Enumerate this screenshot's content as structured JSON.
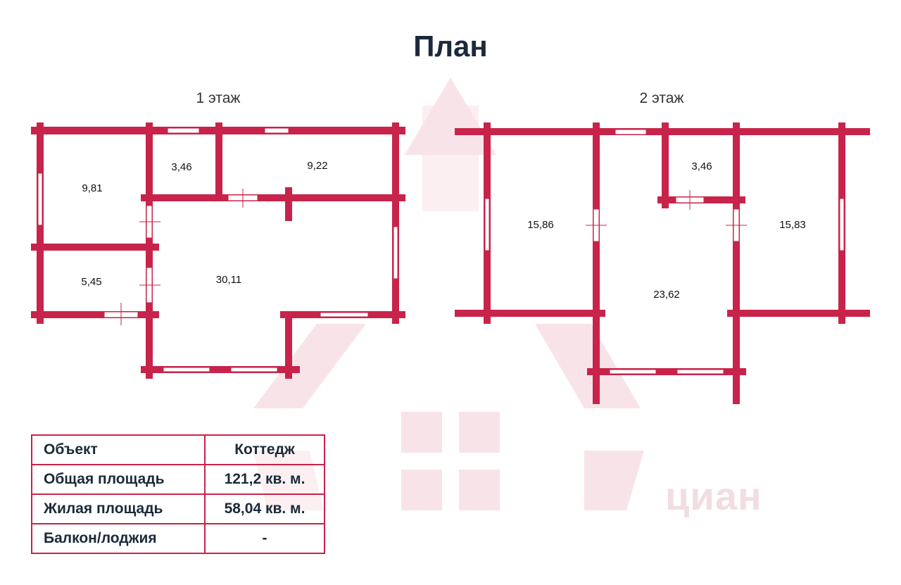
{
  "title": "План",
  "floors": [
    {
      "label": "1 этаж",
      "rooms": [
        "9,81",
        "3,46",
        "9,22",
        "5,45",
        "30,11"
      ]
    },
    {
      "label": "2 этаж",
      "rooms": [
        "15,86",
        "3,46",
        "15,83",
        "23,62"
      ]
    }
  ],
  "table": {
    "rows": [
      {
        "key": "Объект",
        "value": "Коттедж"
      },
      {
        "key": "Общая площадь",
        "value": "121,2 кв. м."
      },
      {
        "key": "Жилая площадь",
        "value": "58,04 кв. м."
      },
      {
        "key": "Балкон/лоджия",
        "value": "-"
      }
    ]
  },
  "watermark": "циан",
  "colors": {
    "wall": "#c8234a",
    "text": "#1b2a3a",
    "bg_logo": "#f8e4e8"
  }
}
